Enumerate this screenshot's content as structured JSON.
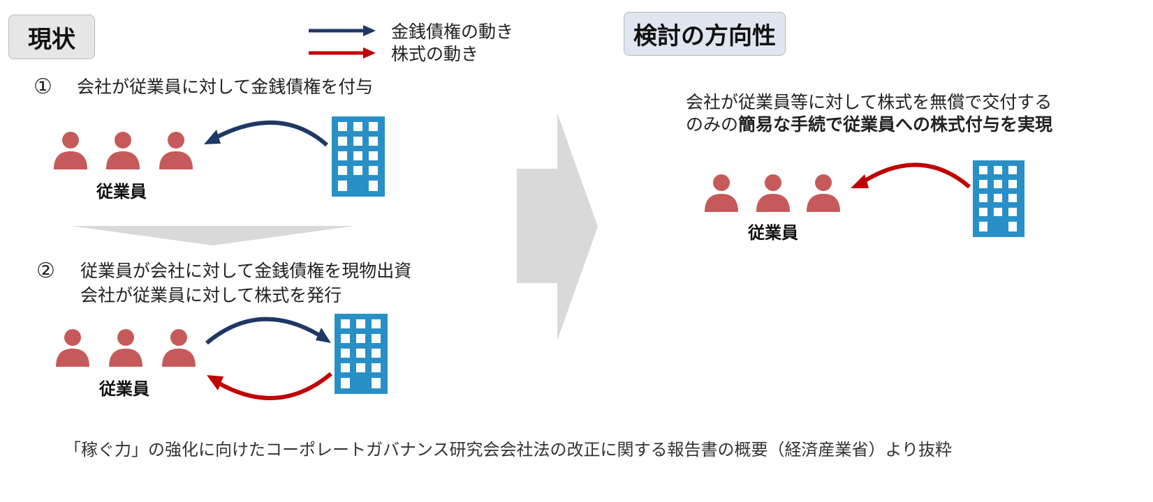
{
  "current": {
    "label": "現状",
    "step1": {
      "marker": "①",
      "text": "会社が従業員に対して金銭債権を付与"
    },
    "step2": {
      "marker": "②",
      "line1": "従業員が会社に対して金銭債権を現物出資",
      "line2": "会社が従業員に対して株式を発行"
    },
    "employees_caption": "従業員"
  },
  "legend": [
    {
      "label": "金銭債権の動き",
      "color": "#1f3864"
    },
    {
      "label": "株式の動き",
      "color": "#c00000"
    }
  ],
  "proposal": {
    "label": "検討の方向性",
    "line1": "会社が従業員等に対して株式を無償で交付する",
    "line2_plain": "のみの",
    "line2_bold": "簡易な手続で従業員への株式付与を実現",
    "employees_caption": "従業員"
  },
  "footer": "「稼ぐ力」の強化に向けたコーポレートガバナンス研究会会社法の改正に関する報告書の概要（経済産業省）より抜粋",
  "colors": {
    "person": "#c65a5a",
    "building": "#2890c6",
    "money_arrow": "#1f3864",
    "stock_arrow": "#c00000",
    "chevron": "#d9d9d9",
    "current_tag_bg": "#e6e6e6",
    "proposal_tag_bg": "#dfe6ef"
  }
}
